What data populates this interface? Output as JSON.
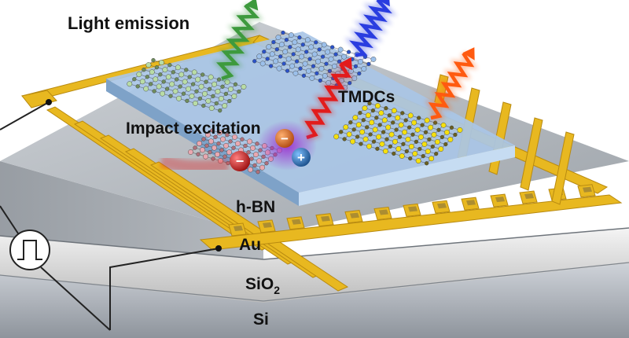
{
  "labels": {
    "light_emission": "Light emission",
    "impact_excitation": "Impact excitation",
    "tmdcs": "TMDCs",
    "hbn": "h-BN",
    "au": "Au",
    "sio2_main": "SiO",
    "sio2_sub": "2",
    "si": "Si"
  },
  "charges": {
    "negative": "−",
    "positive": "+"
  },
  "icons": {
    "pulse_source": "pulse-source-icon"
  },
  "colors": {
    "gold": "#e8b820",
    "gold_dark": "#b88a10",
    "hbn_blue": "#a9c6e6",
    "emission_green": "#3d9a3d",
    "emission_blue": "#2a3de0",
    "emission_red": "#e21c1c",
    "emission_orange": "#ff5a10",
    "electron": "#c42828",
    "hole": "#2c6fb0",
    "lattice_yellow": "#f4df10",
    "lattice_green": "#b9dca6",
    "lattice_blue": "#9cc0ea",
    "lattice_pink": "#e9a8b0"
  }
}
